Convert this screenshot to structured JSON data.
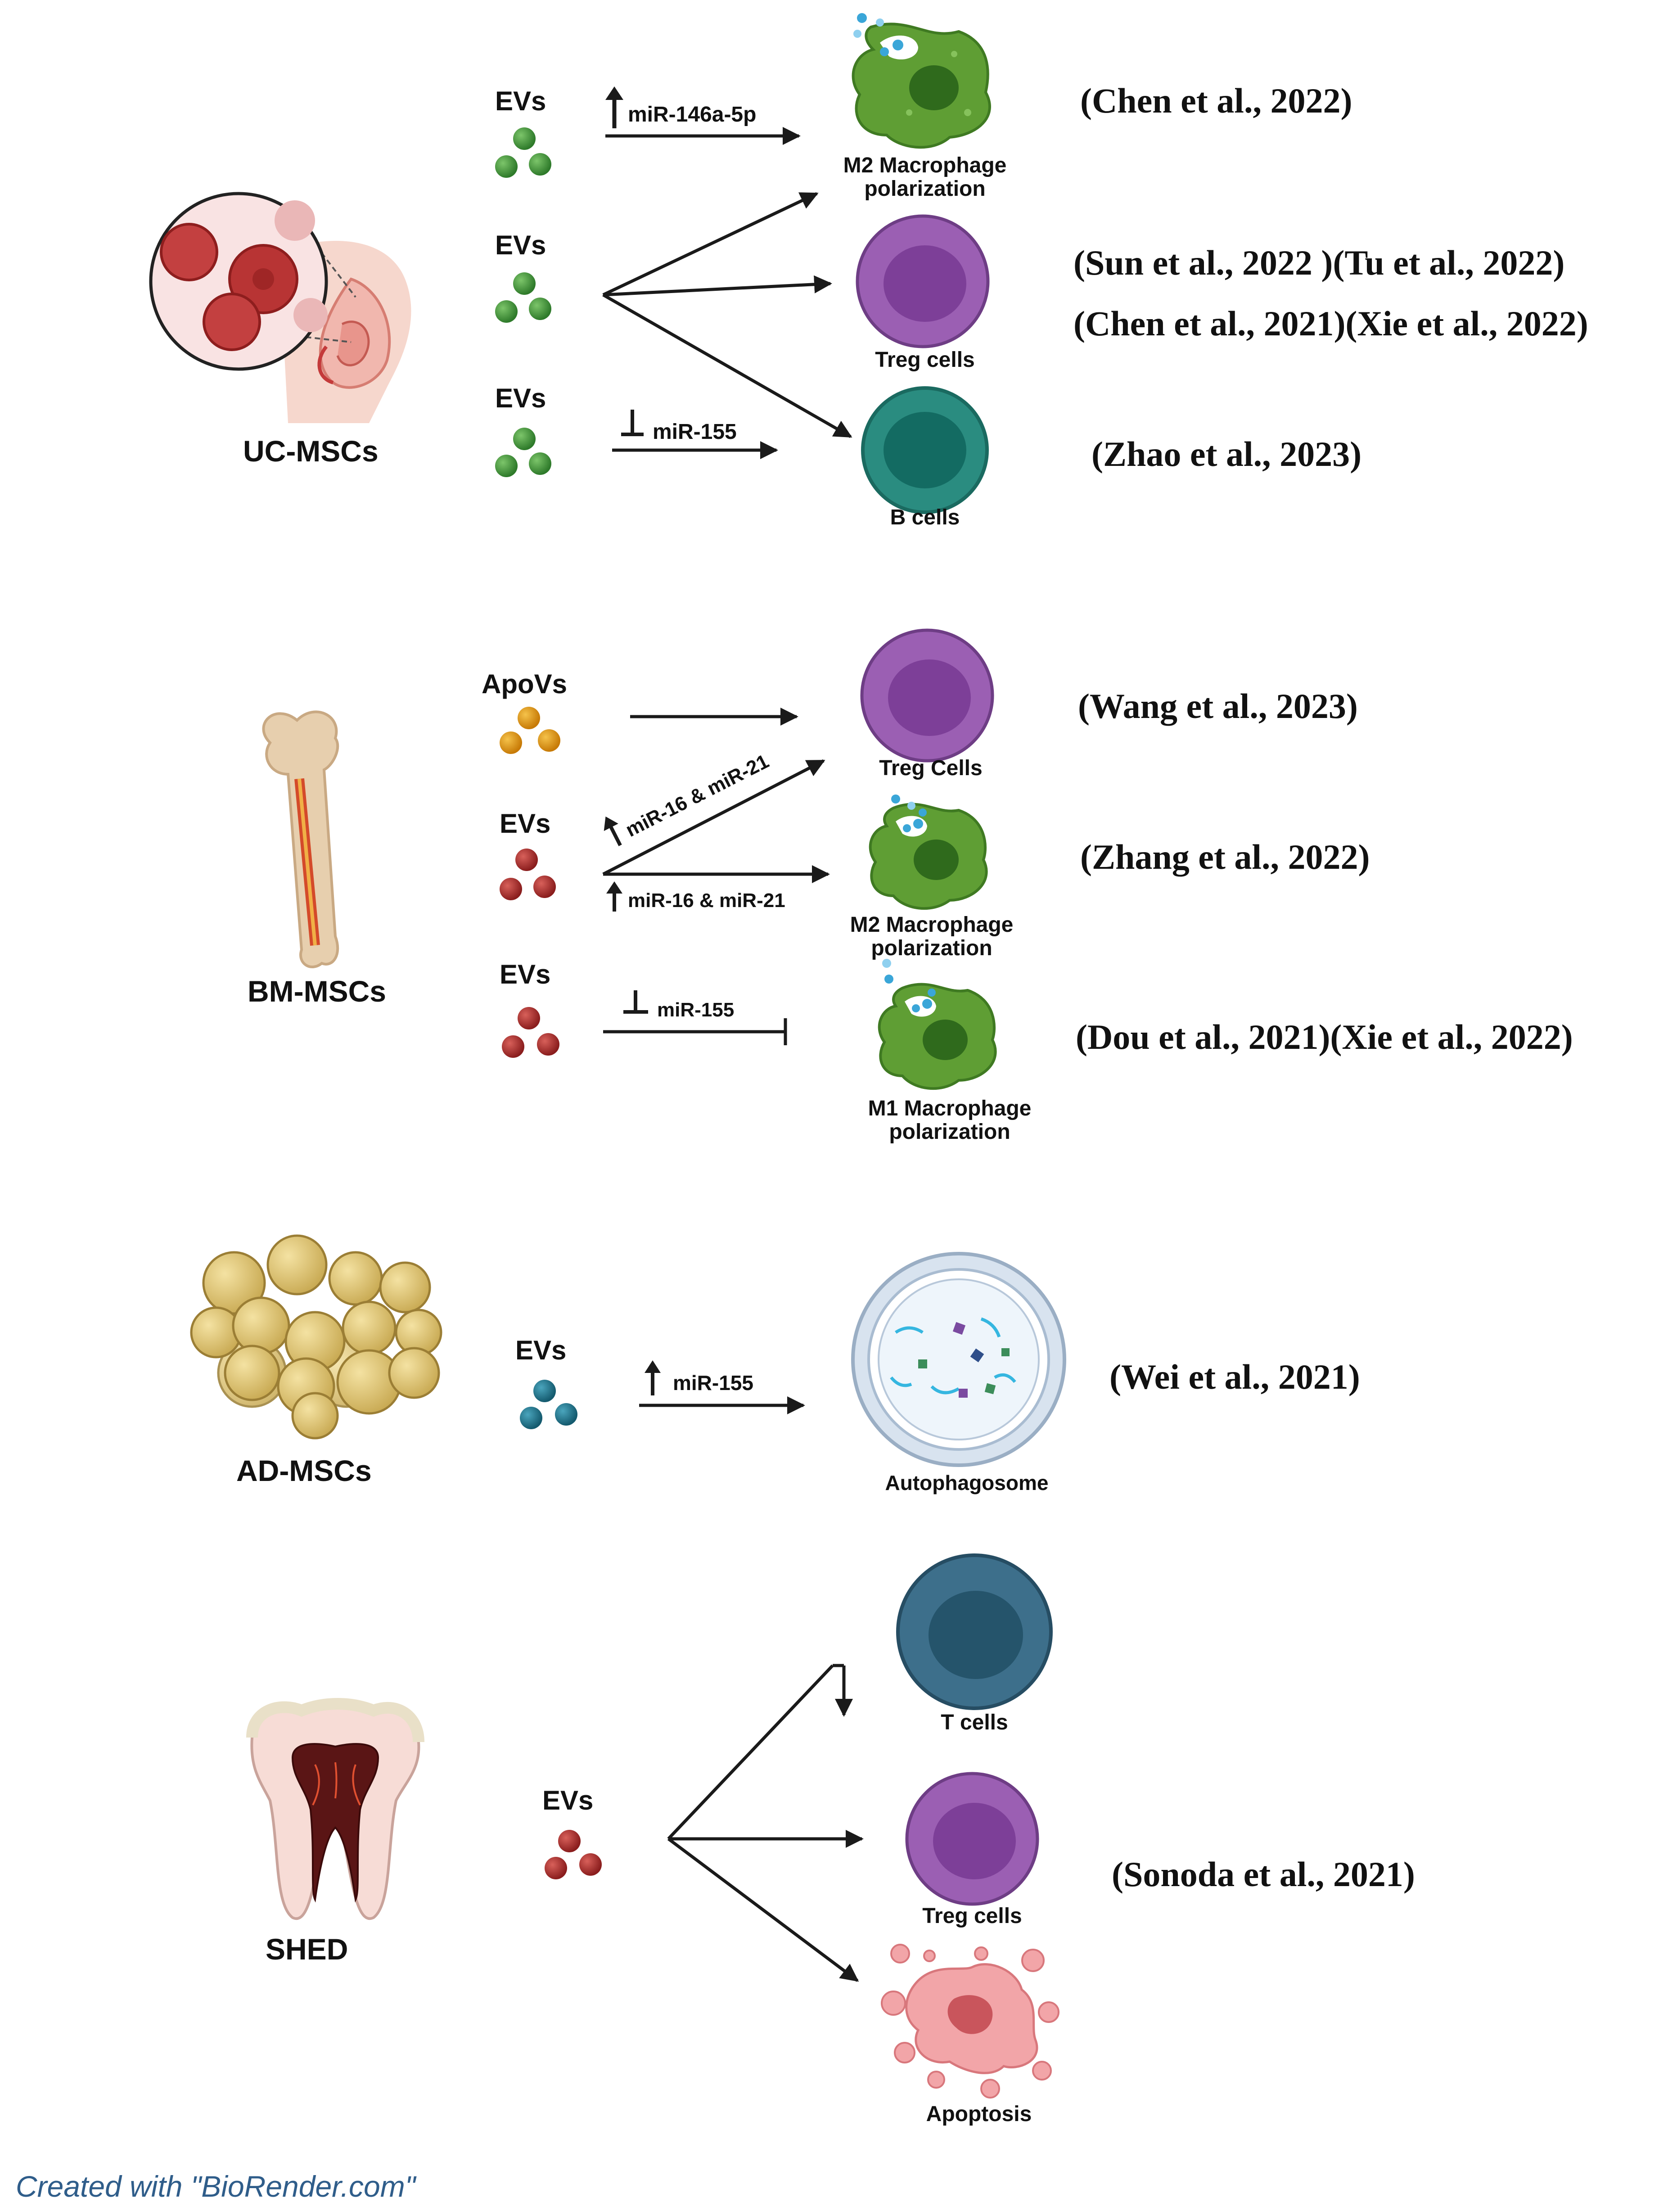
{
  "sections": {
    "uc": {
      "source": "UC-MSCs",
      "ev1": "EVs",
      "ev2": "EVs",
      "ev3": "EVs",
      "mir_up": "miR-146a-5p",
      "mir_inhib": "miR-155",
      "m2_line1": "M2 Macrophage",
      "m2_line2": "polarization",
      "treg": "Treg cells",
      "bcells": "B cells",
      "cite1": "(Chen et al., 2022)",
      "cite2": "(Sun et al., 2022  )(Tu et al., 2022)",
      "cite3": "(Chen et al., 2021)(Xie et al., 2022)",
      "cite4": "(Zhao et al., 2023)"
    },
    "bm": {
      "source": "BM-MSCs",
      "apov": "ApoVs",
      "ev1": "EVs",
      "ev2": "EVs",
      "mir_up1": "miR-16 & miR-21",
      "mir_up2": "miR-16 & miR-21",
      "mir_inhib": "miR-155",
      "treg": "Treg Cells",
      "m2_line1": "M2 Macrophage",
      "m2_line2": "polarization",
      "m1_line1": "M1 Macrophage",
      "m1_line2": "polarization",
      "cite1": "(Wang et al., 2023)",
      "cite2": "(Zhang et al., 2022)",
      "cite3": "(Dou et al., 2021)(Xie et al., 2022)"
    },
    "ad": {
      "source": "AD-MSCs",
      "ev": "EVs",
      "mir_up": "miR-155",
      "target": "Autophagosome",
      "cite": "(Wei et al., 2021)"
    },
    "shed": {
      "source": "SHED",
      "ev": "EVs",
      "tcells": "T cells",
      "treg": "Treg cells",
      "apoptosis": "Apoptosis",
      "cite": "(Sonoda et al., 2021)"
    }
  },
  "footer": "Created with \"BioRender.com\"",
  "colors": {
    "ev_green": "#3f8f3a",
    "ev_red": "#a42a2a",
    "ev_orange": "#e0900f",
    "ev_teal": "#1f6f85",
    "macrophage": "#5f9e34",
    "treg": "#9b5fb3",
    "bcell": "#2a8c80",
    "tcell": "#3d6f8b"
  }
}
